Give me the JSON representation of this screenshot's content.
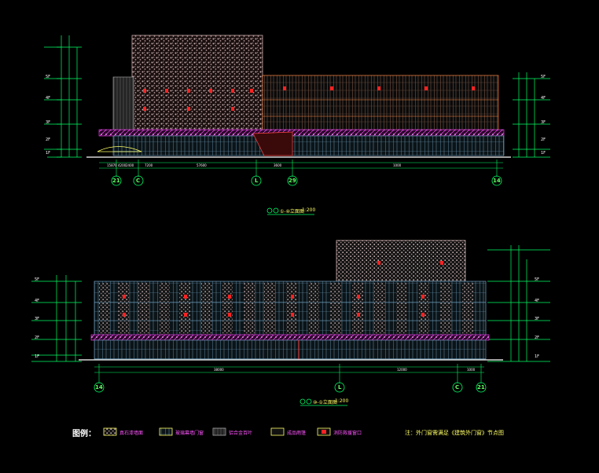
{
  "drawing": {
    "upper_title": "①-⑩立面图",
    "upper_scale": "1:200",
    "lower_title": "⑩-①立面图",
    "lower_scale": "1:200",
    "upper_axes": [
      "21",
      "C",
      "L",
      "29",
      "14"
    ],
    "lower_axes": [
      "14",
      "L",
      "C",
      "21"
    ],
    "upper_dims": [
      "15870",
      "4200",
      "2400",
      "7200",
      "57600",
      "3600",
      "1000"
    ],
    "lower_dims": [
      "1000",
      "38000",
      "12000"
    ],
    "level_marks": [
      "5F",
      "4F",
      "3F",
      "2F",
      "1F"
    ],
    "legend": {
      "title": "图例：",
      "items": [
        "真石漆墙面",
        "玻璃幕墙门窗",
        "铝合金百叶",
        "成品雨篷",
        "消防救援窗口"
      ]
    },
    "note": "注：外门窗需满足《建筑外门窗》节点图"
  },
  "colors": {
    "background": "#000000",
    "dimension": "#00ff66",
    "facade_screen": "#c8a8a8",
    "glass": "#6fa0c0",
    "band": "#ff44ff",
    "frame": "#ff8844",
    "accent": "#ff2222",
    "text_yellow": "#ffff66"
  }
}
